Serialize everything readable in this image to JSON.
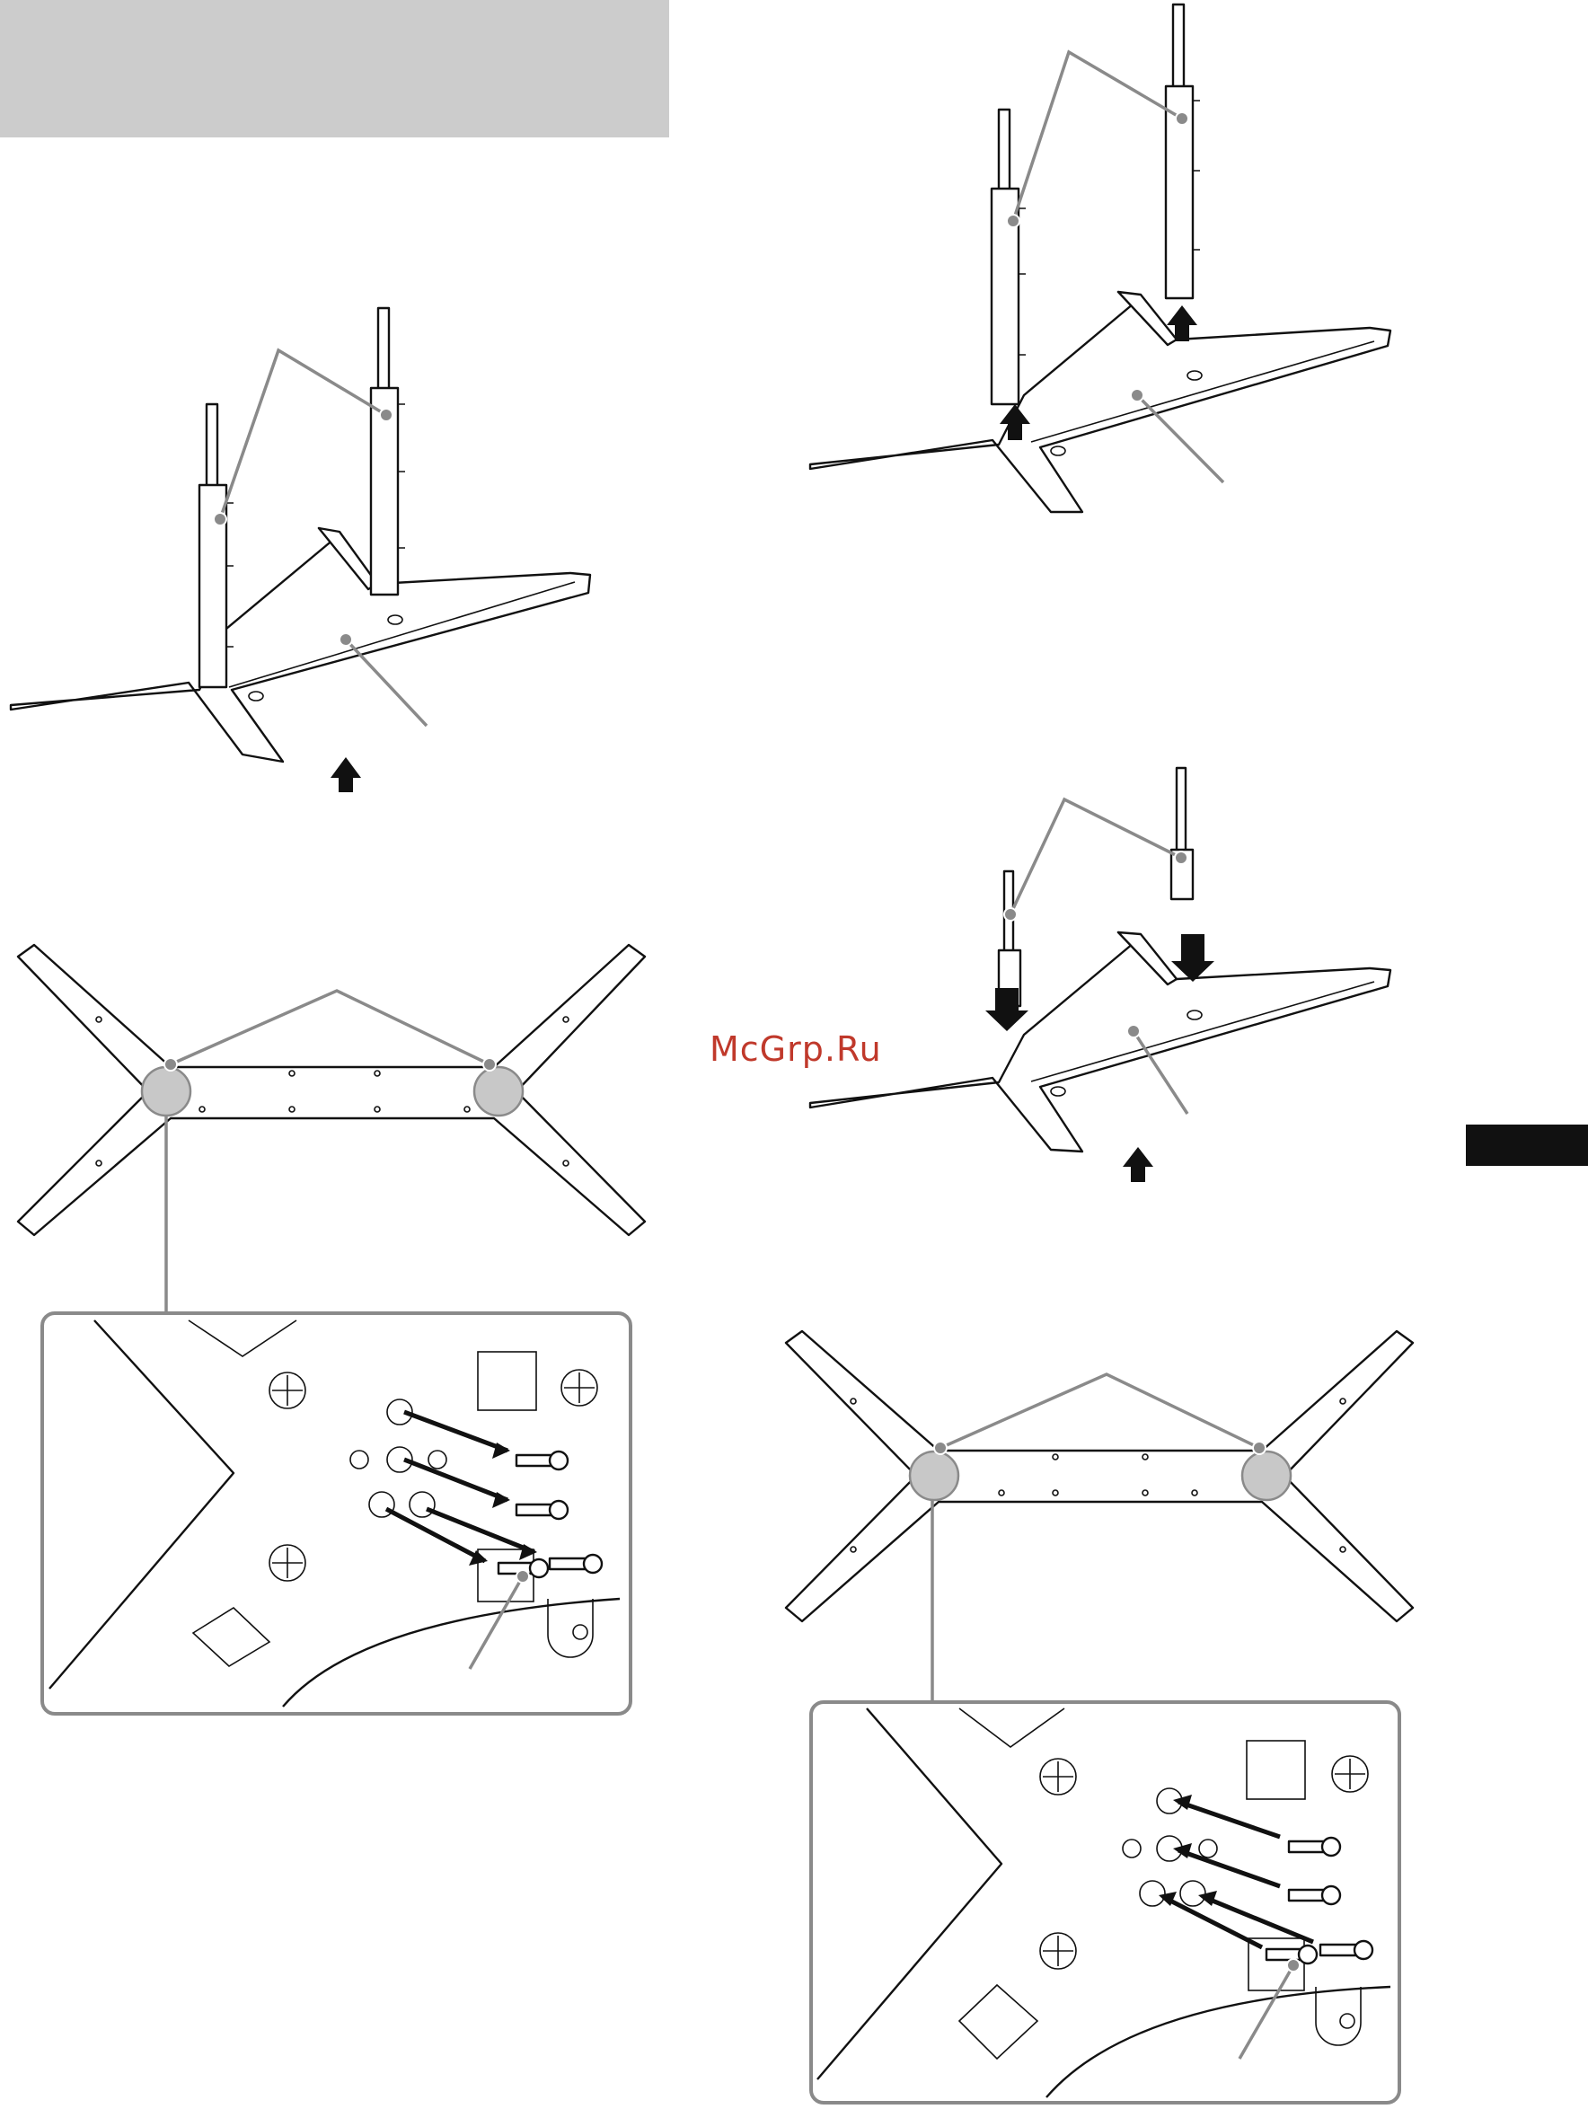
{
  "watermark": {
    "text": "McGrp.Ru",
    "color": "#c0392b"
  },
  "colors": {
    "header_fill": "#cccccc",
    "callout": "#8a8a8a",
    "line": "#111111",
    "tab": "#111111"
  },
  "figures": [
    {
      "id": "fig-posts-on-base",
      "description_icons": [
        "stand-post",
        "stand-base",
        "up-arrow"
      ]
    },
    {
      "id": "fig-base-bottom-screws",
      "description_icons": [
        "stand-base-bottom",
        "screw",
        "detail-magnifier"
      ]
    },
    {
      "id": "fig-posts-lift",
      "description_icons": [
        "stand-post",
        "stand-base",
        "up-arrow"
      ]
    },
    {
      "id": "fig-short-posts-insert",
      "description_icons": [
        "short-post",
        "stand-base",
        "down-arrow",
        "up-arrow"
      ]
    },
    {
      "id": "fig-base-bottom-screws-2",
      "description_icons": [
        "stand-base-bottom",
        "screw",
        "detail-magnifier"
      ]
    }
  ]
}
